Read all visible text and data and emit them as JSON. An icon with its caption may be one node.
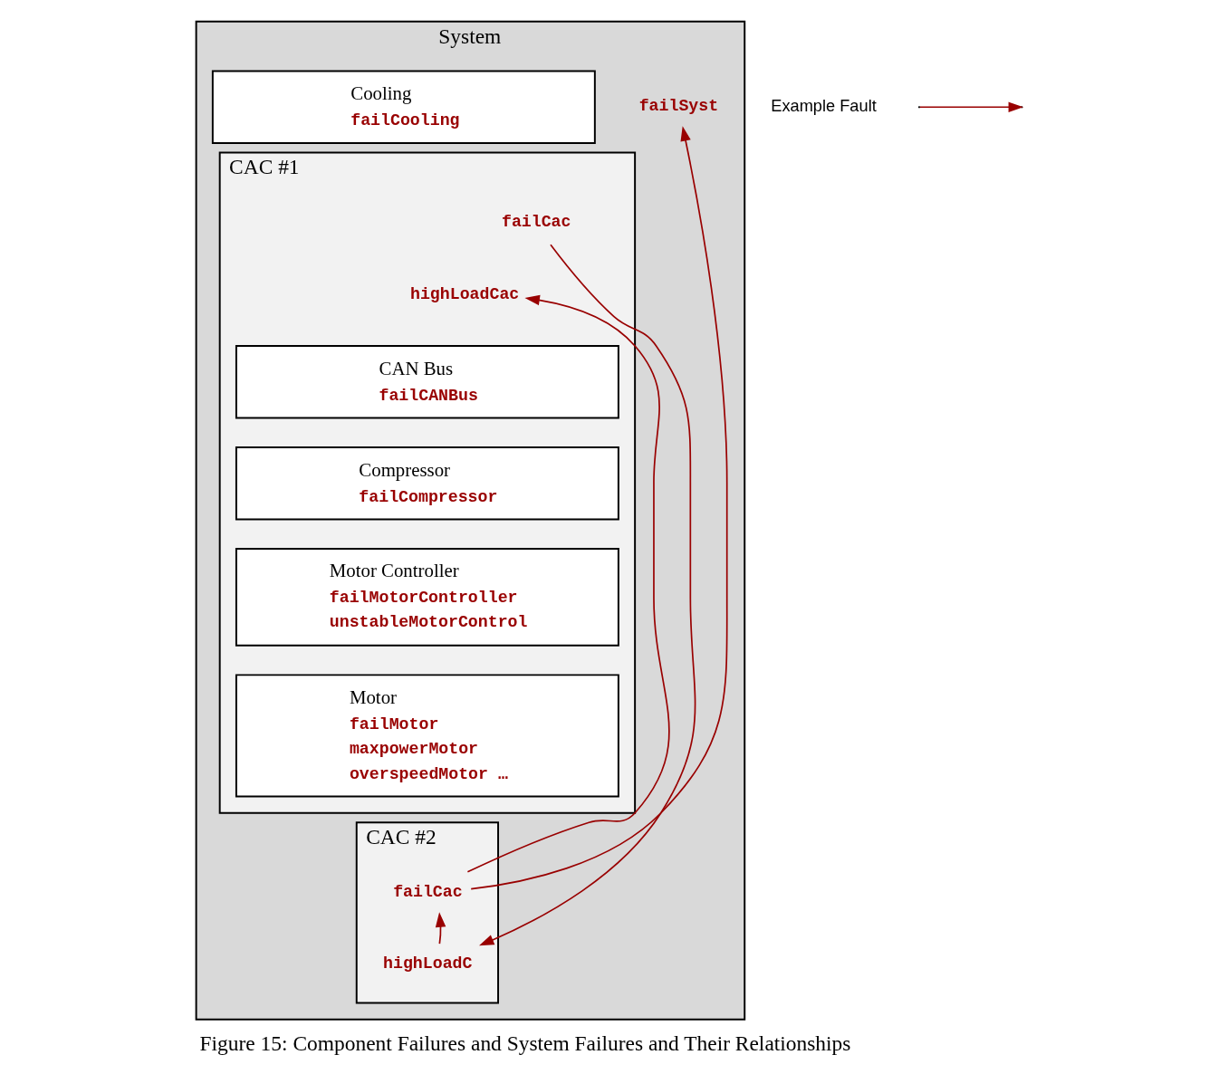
{
  "diagram": {
    "caption": "Figure 15: Component Failures and System Failures and Their Relationships",
    "nodes": [
      {
        "text": [
          "System"
        ]
      },
      {
        "text": [
          "failSyst"
        ],
        "in": 0
      },
      {
        "text": [
          "CAC #1"
        ],
        "in": 0
      },
      {
        "text": [
          "failCac"
        ],
        "in": 2
      },
      {
        "text": [
          "highLoadCac"
        ],
        "in": 2
      },
      {
        "text": [
          "CAN Bus",
          "failCANBus"
        ],
        "in": 2
      },
      {
        "text": [
          "Compressor",
          "failCompressor"
        ],
        "in": 2
      },
      {
        "text": [
          "Motor Controller",
          "failMotorController",
          "unstableMotorControl"
        ],
        "in": 2
      },
      {
        "text": [
          "Motor",
          "failMotor",
          "maxpowerMotor",
          "overspeedMotor …"
        ],
        "in": 2
      },
      {
        "text": [
          "CAC #2"
        ],
        "in": 0
      },
      {
        "text": [
          "failCac"
        ],
        "in": 9
      },
      {
        "text": [
          "highLoadC"
        ],
        "in": 9
      },
      {
        "text": [
          "Cooling",
          "failCooling"
        ],
        "in": 0
      }
    ],
    "edges": [
      {
        "from": 3,
        "to": 11,
        "arrow": "to"
      },
      {
        "from": 10,
        "to": 4,
        "arrow": "to"
      },
      {
        "from": 10,
        "to": 1,
        "arrow": "to"
      },
      {
        "from": 11,
        "to": 10,
        "arrow": "to"
      }
    ],
    "legend": [
      {
        "text": "Example Fault"
      }
    ]
  }
}
